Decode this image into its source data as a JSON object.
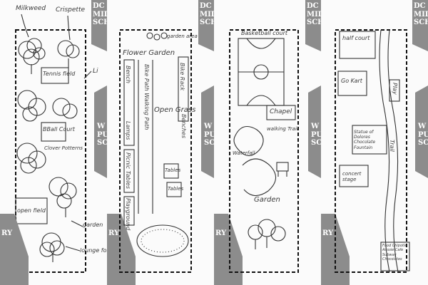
{
  "strips": [
    {
      "labels": {
        "top_left": "Milkweed",
        "top_right": "Crispette",
        "tennis": "Tennis field",
        "right_edge": "Li",
        "bball": "BBall Court",
        "clover": "Clover Potterns",
        "open_field": "open field",
        "garden": "garden",
        "lounge": "lounge for"
      },
      "blocks": {
        "top": [
          "DC P",
          "MIDI",
          "SCHO"
        ],
        "mid": [
          "W",
          "PU",
          "SCH"
        ],
        "bottom": "RY"
      }
    },
    {
      "labels": {
        "flower_garden": "Flower Garden",
        "garden_area": "garden area",
        "bike_rack": "Bike Rack",
        "left_col1": "Bench",
        "left_col2": "Lamps",
        "mid_col": "Bike Path Walking Path",
        "right_col": "Benches",
        "open_grass": "Open Grass",
        "tables1": "Tables",
        "tables2": "Tables",
        "left_lower": "Picnic Tables",
        "left_bottom": "Playground"
      },
      "blocks": {
        "top": [
          "DC P",
          "MIDI",
          "SCHO"
        ],
        "mid": [
          "W",
          "PU",
          "SCH"
        ],
        "bottom": "RY"
      }
    },
    {
      "labels": {
        "basketball": "Basketball court",
        "chapel": "Chapel",
        "walking_trail": "walking Trail",
        "waterfall": "Waterfall",
        "garden": "Garden"
      },
      "blocks": {
        "top": [
          "DC P",
          "MIDI",
          "SCHO"
        ],
        "mid": [
          "W",
          "PU",
          "SCH"
        ],
        "bottom": "RY"
      }
    },
    {
      "labels": {
        "half_court": "half court",
        "go_kart": "Go Kart",
        "right_box": "Play",
        "statue": "Statue of Dolores Chocolate Fountain",
        "trail": "Trail",
        "concert": "concert stage",
        "food": "Food Chipotle Aussie Cafe Subway Chocolates"
      },
      "blocks": {
        "top": [
          "DC P",
          "MIDI",
          "SCHO"
        ],
        "mid": [
          "W",
          "PU",
          "SCH"
        ],
        "bottom": "RY"
      }
    }
  ]
}
